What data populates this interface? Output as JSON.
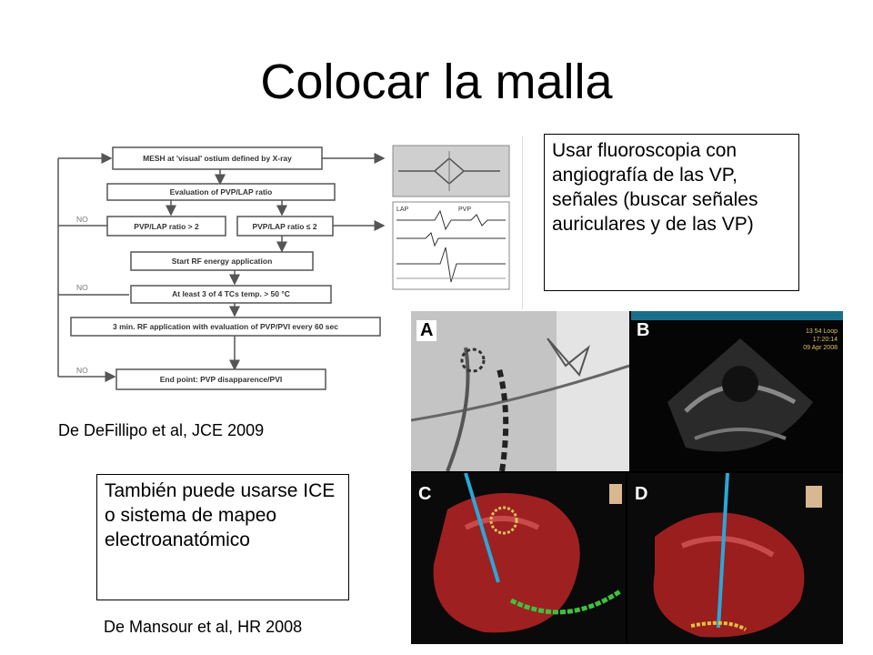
{
  "slide": {
    "title": "Colocar la malla",
    "note_fluoro": "Usar fluoroscopia con angiografía de las VP, señales (buscar señales auriculares y de las VP)",
    "caption_defillipo": "De DeFillipo et al, JCE 2009",
    "note_ice": "También puede usarse ICE o sistema de mapeo electroanatómico",
    "caption_mansour": "De Mansour et al, HR 2008"
  },
  "flowchart": {
    "steps": [
      "MESH at 'visual' ostium defined by X-ray",
      "Evaluation of PVP/LAP ratio",
      "PVP/LAP ratio > 2",
      "PVP/LAP ratio ≤ 2",
      "Start RF energy application",
      "At least 3 of 4 TCs temp. > 50 °C",
      "3 min. RF application with evaluation of PVP/PVI every 60 sec",
      "End point: PVP disapparence/PVI"
    ],
    "no_label": "NO",
    "egm_labels": [
      "LAP",
      "PVP"
    ]
  },
  "figure": {
    "panels": [
      "A",
      "B",
      "C",
      "D"
    ],
    "echo_readout": [
      "13 54 Loop",
      "17:20:14",
      "09 Apr 2008"
    ]
  }
}
